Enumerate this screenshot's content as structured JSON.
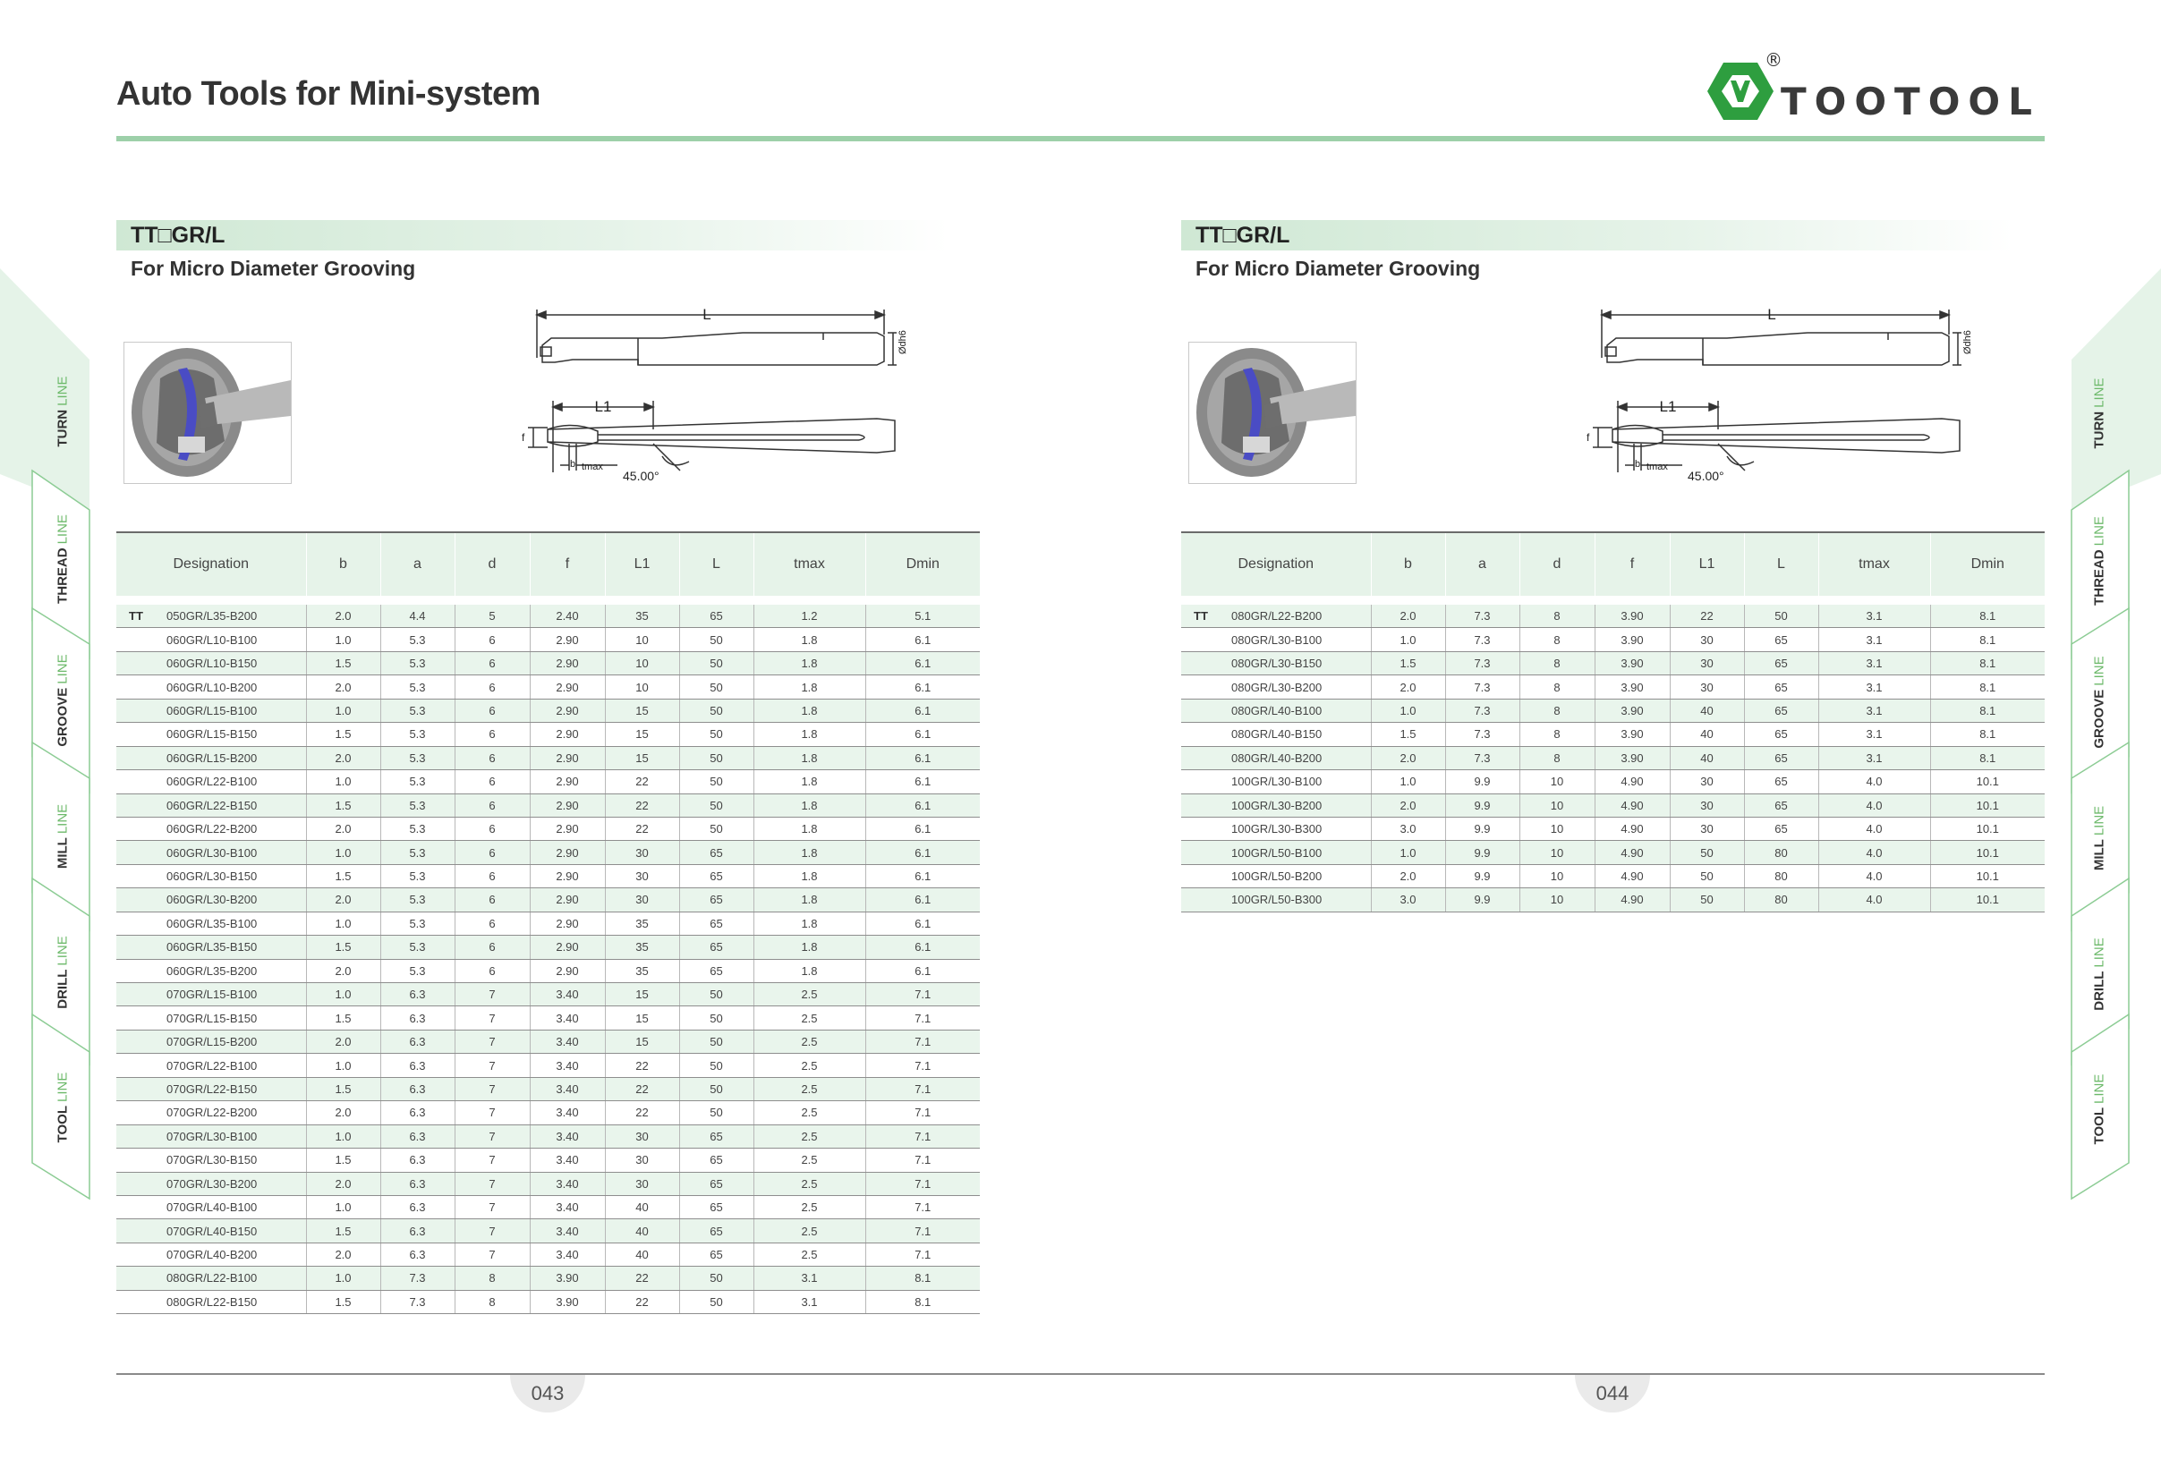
{
  "header": {
    "title": "Auto Tools for Mini-system",
    "brand": "TOOTOOL",
    "registered": "®"
  },
  "sections": [
    {
      "title": "TT□GR/L",
      "subtitle": "For Micro Diameter Grooving"
    },
    {
      "title": "TT□GR/L",
      "subtitle": "For Micro Diameter Grooving"
    }
  ],
  "drawing": {
    "L": "L",
    "L1": "L1",
    "b": "b",
    "tmax": "tmax",
    "f": "f",
    "angle": "45.00°",
    "dh6": "Ødh6"
  },
  "columns": [
    "Designation",
    "b",
    "a",
    "d",
    "f",
    "L1",
    "L",
    "tmax",
    "Dmin"
  ],
  "prefix": "TT",
  "table_left": [
    [
      "050GR/L35-B200",
      "2.0",
      "4.4",
      "5",
      "2.40",
      "35",
      "65",
      "1.2",
      "5.1"
    ],
    [
      "060GR/L10-B100",
      "1.0",
      "5.3",
      "6",
      "2.90",
      "10",
      "50",
      "1.8",
      "6.1"
    ],
    [
      "060GR/L10-B150",
      "1.5",
      "5.3",
      "6",
      "2.90",
      "10",
      "50",
      "1.8",
      "6.1"
    ],
    [
      "060GR/L10-B200",
      "2.0",
      "5.3",
      "6",
      "2.90",
      "10",
      "50",
      "1.8",
      "6.1"
    ],
    [
      "060GR/L15-B100",
      "1.0",
      "5.3",
      "6",
      "2.90",
      "15",
      "50",
      "1.8",
      "6.1"
    ],
    [
      "060GR/L15-B150",
      "1.5",
      "5.3",
      "6",
      "2.90",
      "15",
      "50",
      "1.8",
      "6.1"
    ],
    [
      "060GR/L15-B200",
      "2.0",
      "5.3",
      "6",
      "2.90",
      "15",
      "50",
      "1.8",
      "6.1"
    ],
    [
      "060GR/L22-B100",
      "1.0",
      "5.3",
      "6",
      "2.90",
      "22",
      "50",
      "1.8",
      "6.1"
    ],
    [
      "060GR/L22-B150",
      "1.5",
      "5.3",
      "6",
      "2.90",
      "22",
      "50",
      "1.8",
      "6.1"
    ],
    [
      "060GR/L22-B200",
      "2.0",
      "5.3",
      "6",
      "2.90",
      "22",
      "50",
      "1.8",
      "6.1"
    ],
    [
      "060GR/L30-B100",
      "1.0",
      "5.3",
      "6",
      "2.90",
      "30",
      "65",
      "1.8",
      "6.1"
    ],
    [
      "060GR/L30-B150",
      "1.5",
      "5.3",
      "6",
      "2.90",
      "30",
      "65",
      "1.8",
      "6.1"
    ],
    [
      "060GR/L30-B200",
      "2.0",
      "5.3",
      "6",
      "2.90",
      "30",
      "65",
      "1.8",
      "6.1"
    ],
    [
      "060GR/L35-B100",
      "1.0",
      "5.3",
      "6",
      "2.90",
      "35",
      "65",
      "1.8",
      "6.1"
    ],
    [
      "060GR/L35-B150",
      "1.5",
      "5.3",
      "6",
      "2.90",
      "35",
      "65",
      "1.8",
      "6.1"
    ],
    [
      "060GR/L35-B200",
      "2.0",
      "5.3",
      "6",
      "2.90",
      "35",
      "65",
      "1.8",
      "6.1"
    ],
    [
      "070GR/L15-B100",
      "1.0",
      "6.3",
      "7",
      "3.40",
      "15",
      "50",
      "2.5",
      "7.1"
    ],
    [
      "070GR/L15-B150",
      "1.5",
      "6.3",
      "7",
      "3.40",
      "15",
      "50",
      "2.5",
      "7.1"
    ],
    [
      "070GR/L15-B200",
      "2.0",
      "6.3",
      "7",
      "3.40",
      "15",
      "50",
      "2.5",
      "7.1"
    ],
    [
      "070GR/L22-B100",
      "1.0",
      "6.3",
      "7",
      "3.40",
      "22",
      "50",
      "2.5",
      "7.1"
    ],
    [
      "070GR/L22-B150",
      "1.5",
      "6.3",
      "7",
      "3.40",
      "22",
      "50",
      "2.5",
      "7.1"
    ],
    [
      "070GR/L22-B200",
      "2.0",
      "6.3",
      "7",
      "3.40",
      "22",
      "50",
      "2.5",
      "7.1"
    ],
    [
      "070GR/L30-B100",
      "1.0",
      "6.3",
      "7",
      "3.40",
      "30",
      "65",
      "2.5",
      "7.1"
    ],
    [
      "070GR/L30-B150",
      "1.5",
      "6.3",
      "7",
      "3.40",
      "30",
      "65",
      "2.5",
      "7.1"
    ],
    [
      "070GR/L30-B200",
      "2.0",
      "6.3",
      "7",
      "3.40",
      "30",
      "65",
      "2.5",
      "7.1"
    ],
    [
      "070GR/L40-B100",
      "1.0",
      "6.3",
      "7",
      "3.40",
      "40",
      "65",
      "2.5",
      "7.1"
    ],
    [
      "070GR/L40-B150",
      "1.5",
      "6.3",
      "7",
      "3.40",
      "40",
      "65",
      "2.5",
      "7.1"
    ],
    [
      "070GR/L40-B200",
      "2.0",
      "6.3",
      "7",
      "3.40",
      "40",
      "65",
      "2.5",
      "7.1"
    ],
    [
      "080GR/L22-B100",
      "1.0",
      "7.3",
      "8",
      "3.90",
      "22",
      "50",
      "3.1",
      "8.1"
    ],
    [
      "080GR/L22-B150",
      "1.5",
      "7.3",
      "8",
      "3.90",
      "22",
      "50",
      "3.1",
      "8.1"
    ]
  ],
  "table_right": [
    [
      "080GR/L22-B200",
      "2.0",
      "7.3",
      "8",
      "3.90",
      "22",
      "50",
      "3.1",
      "8.1"
    ],
    [
      "080GR/L30-B100",
      "1.0",
      "7.3",
      "8",
      "3.90",
      "30",
      "65",
      "3.1",
      "8.1"
    ],
    [
      "080GR/L30-B150",
      "1.5",
      "7.3",
      "8",
      "3.90",
      "30",
      "65",
      "3.1",
      "8.1"
    ],
    [
      "080GR/L30-B200",
      "2.0",
      "7.3",
      "8",
      "3.90",
      "30",
      "65",
      "3.1",
      "8.1"
    ],
    [
      "080GR/L40-B100",
      "1.0",
      "7.3",
      "8",
      "3.90",
      "40",
      "65",
      "3.1",
      "8.1"
    ],
    [
      "080GR/L40-B150",
      "1.5",
      "7.3",
      "8",
      "3.90",
      "40",
      "65",
      "3.1",
      "8.1"
    ],
    [
      "080GR/L40-B200",
      "2.0",
      "7.3",
      "8",
      "3.90",
      "40",
      "65",
      "3.1",
      "8.1"
    ],
    [
      "100GR/L30-B100",
      "1.0",
      "9.9",
      "10",
      "4.90",
      "30",
      "65",
      "4.0",
      "10.1"
    ],
    [
      "100GR/L30-B200",
      "2.0",
      "9.9",
      "10",
      "4.90",
      "30",
      "65",
      "4.0",
      "10.1"
    ],
    [
      "100GR/L30-B300",
      "3.0",
      "9.9",
      "10",
      "4.90",
      "30",
      "65",
      "4.0",
      "10.1"
    ],
    [
      "100GR/L50-B100",
      "1.0",
      "9.9",
      "10",
      "4.90",
      "50",
      "80",
      "4.0",
      "10.1"
    ],
    [
      "100GR/L50-B200",
      "2.0",
      "9.9",
      "10",
      "4.90",
      "50",
      "80",
      "4.0",
      "10.1"
    ],
    [
      "100GR/L50-B300",
      "3.0",
      "9.9",
      "10",
      "4.90",
      "50",
      "80",
      "4.0",
      "10.1"
    ]
  ],
  "side_tabs": [
    {
      "bold": "TURN",
      "light": "LINE"
    },
    {
      "bold": "THREAD",
      "light": "LINE"
    },
    {
      "bold": "GROOVE",
      "light": "LINE"
    },
    {
      "bold": "MILL",
      "light": "LINE"
    },
    {
      "bold": "DRILL",
      "light": "LINE"
    },
    {
      "bold": "TOOL",
      "light": "LINE"
    }
  ],
  "pages": {
    "left": "043",
    "right": "044"
  },
  "colors": {
    "accent": "#9dd0a9",
    "brand": "#2e9e3f",
    "row_tint": "#e9f5ec"
  }
}
